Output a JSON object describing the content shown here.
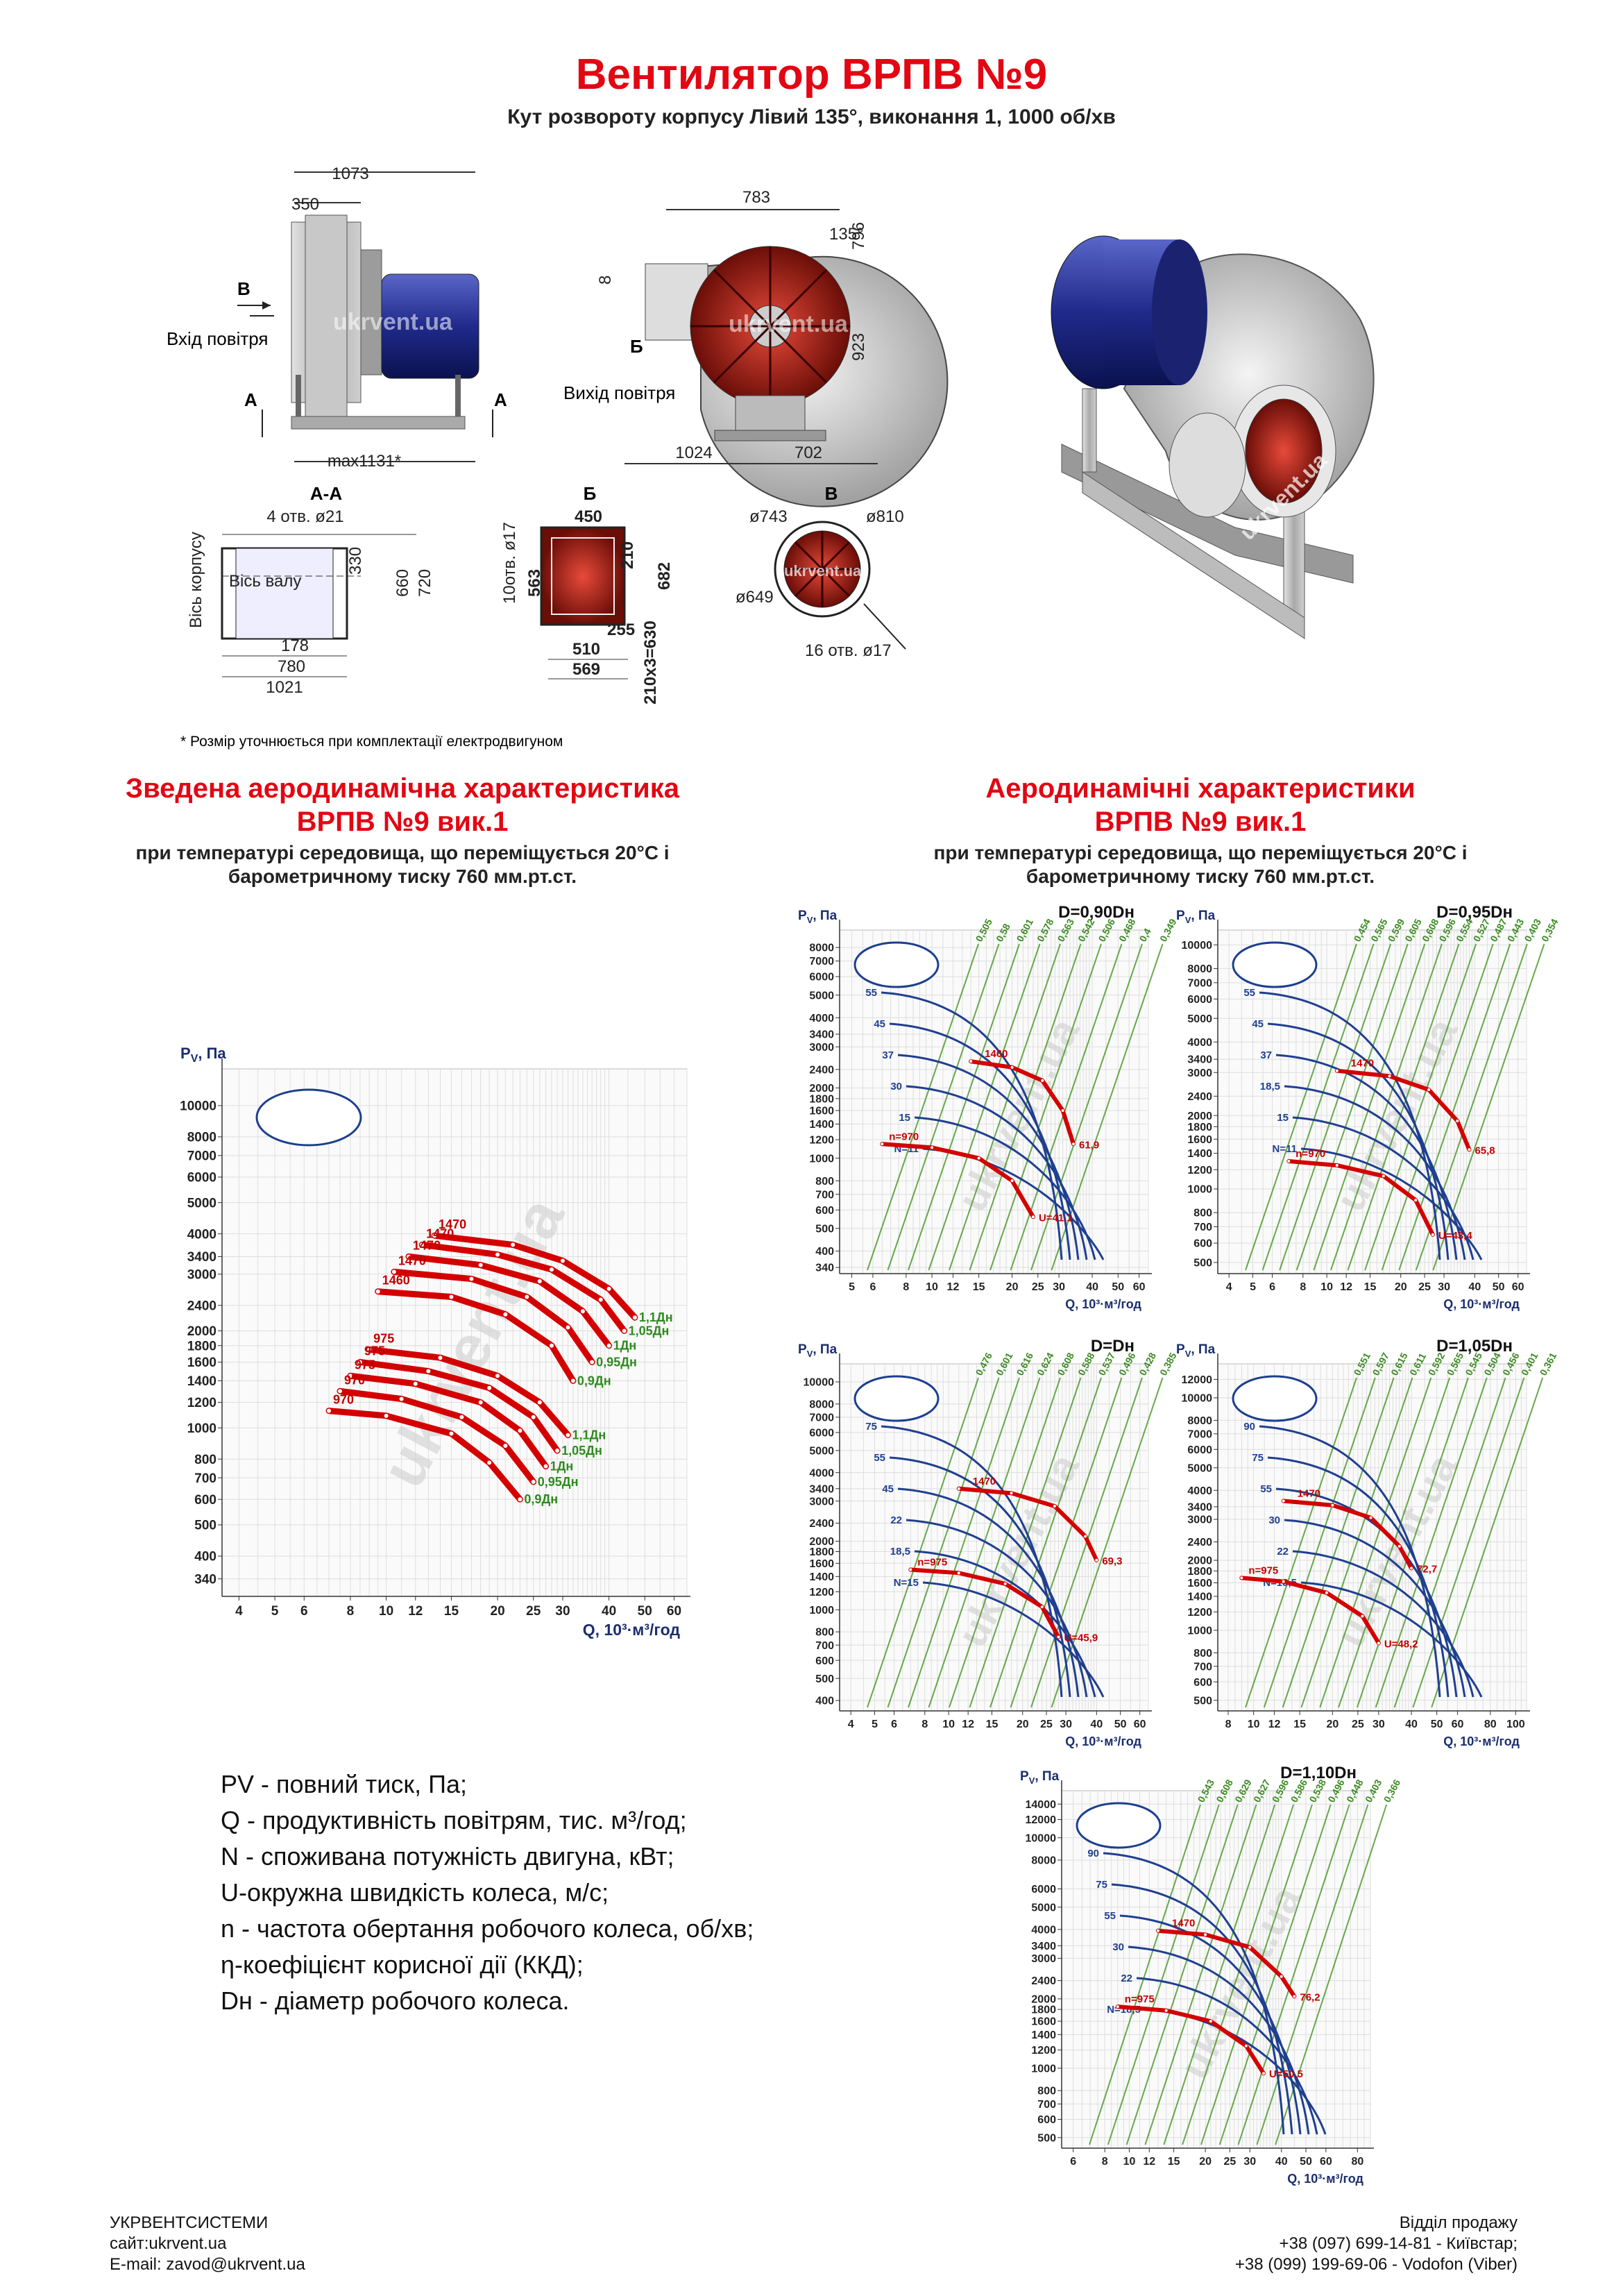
{
  "title": "Вентилятор ВРПВ №9",
  "subtitle": "Кут розвороту корпусу Лівий 135°, виконання 1, 1000 об/хв",
  "drawings": {
    "side": {
      "dims": [
        "1073",
        "350",
        "max1131*"
      ],
      "labels": [
        "В",
        "Вхід повітря",
        "А",
        "А"
      ]
    },
    "front": {
      "dims": [
        "783",
        "135°",
        "796",
        "8",
        "923",
        "1024",
        "702"
      ],
      "labels": [
        "Б",
        "Вихід повітря"
      ]
    },
    "aa": {
      "title": "А-А",
      "dims": [
        "4 отв. ø21",
        "330",
        "660",
        "720",
        "178",
        "780",
        "1021"
      ],
      "labels": [
        "Вісь корпусу",
        "Вісь валу"
      ]
    },
    "b": {
      "title": "Б",
      "dims": [
        "10отв. ø17",
        "450",
        "563",
        "210",
        "682",
        "255",
        "510",
        "569",
        "210х3=630"
      ]
    },
    "v": {
      "title": "В",
      "dims": [
        "ø743",
        "ø810",
        "ø649",
        "16 отв. ø17"
      ]
    },
    "watermark": "ukrvent.ua",
    "footnote": "* Розмір уточнюється при комплектації електродвигуном"
  },
  "left_section": {
    "title_line1": "Зведена аеродинамічна характеристика",
    "title_line2": "ВРПВ №9 вик.1",
    "sub_line1": "при температурі середовища, що переміщується 20°С і",
    "sub_line2": "барометричному тиску 760 мм.рт.ст."
  },
  "right_section": {
    "title_line1": "Аеродинамічні характеристики",
    "title_line2": "ВРПВ №9 вик.1",
    "sub_line1": "при температурі середовища, що переміщується 20°С і",
    "sub_line2": "барометричному тиску 760 мм.рт.ст."
  },
  "axis": {
    "ylabel": "P",
    "ylabel_sub": "V",
    "ylabel_unit": ", Па",
    "xlabel": "Q, 10³·м³/год"
  },
  "chart_data": [
    {
      "id": "summary",
      "type": "line",
      "scale": "log-log",
      "yticks": [
        340,
        400,
        500,
        600,
        700,
        800,
        1000,
        1200,
        1400,
        1600,
        1800,
        2000,
        2400,
        3000,
        3400,
        4000,
        5000,
        6000,
        7000,
        8000,
        10000
      ],
      "xticks": [
        4,
        5,
        6,
        8,
        10,
        12,
        15,
        20,
        25,
        30,
        40,
        50,
        60
      ],
      "xlim": [
        3.6,
        65
      ],
      "ylim": [
        300,
        13000
      ],
      "series": [
        {
          "name": "1,1Дн",
          "rpm": "1470",
          "color": "#d40000",
          "points": [
            [
              13.5,
              3950
            ],
            [
              22,
              3700
            ],
            [
              30,
              3300
            ],
            [
              40,
              2700
            ],
            [
              47,
              2200
            ]
          ]
        },
        {
          "name": "1,05Дн",
          "rpm": "1470",
          "color": "#d40000",
          "points": [
            [
              12.5,
              3700
            ],
            [
              20,
              3450
            ],
            [
              28,
              3100
            ],
            [
              38,
              2500
            ],
            [
              44,
              2000
            ]
          ]
        },
        {
          "name": "1Дн",
          "rpm": "1470",
          "color": "#d40000",
          "points": [
            [
              11.5,
              3400
            ],
            [
              18,
              3200
            ],
            [
              26,
              2850
            ],
            [
              34,
              2300
            ],
            [
              40,
              1800
            ]
          ]
        },
        {
          "name": "0,95Дн",
          "rpm": "1470",
          "color": "#d40000",
          "points": [
            [
              10.5,
              3050
            ],
            [
              17,
              2900
            ],
            [
              24,
              2550
            ],
            [
              31,
              2050
            ],
            [
              36,
              1600
            ]
          ]
        },
        {
          "name": "0,9Дн",
          "rpm": "1460",
          "color": "#d40000",
          "points": [
            [
              9.5,
              2650
            ],
            [
              15,
              2550
            ],
            [
              21,
              2250
            ],
            [
              28,
              1800
            ],
            [
              32,
              1400
            ]
          ]
        },
        {
          "name": "1,1Дн",
          "rpm": "975",
          "color": "#d40000",
          "points": [
            [
              9,
              1750
            ],
            [
              14,
              1650
            ],
            [
              20,
              1450
            ],
            [
              26,
              1200
            ],
            [
              31,
              950
            ]
          ]
        },
        {
          "name": "1,05Дн",
          "rpm": "975",
          "color": "#d40000",
          "points": [
            [
              8.5,
              1600
            ],
            [
              13,
              1500
            ],
            [
              19,
              1330
            ],
            [
              25,
              1080
            ],
            [
              29,
              850
            ]
          ]
        },
        {
          "name": "1Дн",
          "rpm": "975",
          "color": "#d40000",
          "points": [
            [
              8,
              1450
            ],
            [
              12,
              1370
            ],
            [
              18,
              1200
            ],
            [
              23,
              980
            ],
            [
              27,
              760
            ]
          ]
        },
        {
          "name": "0,95Дн",
          "rpm": "970",
          "color": "#d40000",
          "points": [
            [
              7.5,
              1300
            ],
            [
              11,
              1230
            ],
            [
              16,
              1080
            ],
            [
              21,
              880
            ],
            [
              25,
              680
            ]
          ]
        },
        {
          "name": "0,9Дн",
          "rpm": "970",
          "color": "#d40000",
          "points": [
            [
              7,
              1130
            ],
            [
              10,
              1090
            ],
            [
              15,
              960
            ],
            [
              19,
              780
            ],
            [
              23,
              600
            ]
          ]
        }
      ]
    },
    {
      "id": "d090",
      "title": "D=0,90Dн",
      "type": "line",
      "scale": "log-log",
      "yticks": [
        340,
        400,
        500,
        600,
        700,
        800,
        1000,
        1200,
        1400,
        1600,
        1800,
        2000,
        2400,
        3000,
        3400,
        4000,
        5000,
        6000,
        7000,
        8000
      ],
      "xticks": [
        5,
        6,
        8,
        10,
        12,
        15,
        20,
        25,
        30,
        40,
        50,
        60
      ],
      "xlim": [
        4.5,
        65
      ],
      "ylim": [
        320,
        9500
      ],
      "rpm_labels": [
        "1460",
        "n=970"
      ],
      "end_labels": [
        "61,9",
        "U=41,1"
      ],
      "power_labels": [
        "55",
        "45",
        "37",
        "30",
        "15",
        "N=11"
      ],
      "eff_labels": [
        "0,505",
        "0,58",
        "0,601",
        "0,578",
        "0,563",
        "0,542",
        "0,506",
        "0,468",
        "0,4",
        "0,349"
      ],
      "series": [
        {
          "name": "n=1460",
          "color": "#d40000",
          "points": [
            [
              14,
              2600
            ],
            [
              20,
              2450
            ],
            [
              26,
              2150
            ],
            [
              31,
              1600
            ],
            [
              34,
              1150
            ]
          ]
        },
        {
          "name": "n=970",
          "color": "#d40000",
          "points": [
            [
              6.5,
              1150
            ],
            [
              10,
              1110
            ],
            [
              15,
              1000
            ],
            [
              20,
              800
            ],
            [
              24,
              560
            ]
          ]
        }
      ]
    },
    {
      "id": "d095",
      "title": "D=0,95Dн",
      "type": "line",
      "scale": "log-log",
      "yticks": [
        500,
        600,
        700,
        800,
        1000,
        1200,
        1400,
        1600,
        1800,
        2000,
        2400,
        3000,
        3400,
        4000,
        5000,
        6000,
        7000,
        8000,
        10000
      ],
      "xticks": [
        4,
        5,
        6,
        8,
        10,
        12,
        15,
        20,
        25,
        30,
        40,
        50,
        60
      ],
      "xlim": [
        3.6,
        65
      ],
      "ylim": [
        450,
        11500
      ],
      "rpm_labels": [
        "1470",
        "n=970"
      ],
      "end_labels": [
        "65,8",
        "U=43,4"
      ],
      "power_labels": [
        "55",
        "45",
        "37",
        "18,5",
        "15",
        "N=11"
      ],
      "eff_labels": [
        "0,454",
        "0,565",
        "0,599",
        "0,605",
        "0,608",
        "0,596",
        "0,554",
        "0,527",
        "0,487",
        "0,443",
        "0,403",
        "0,354"
      ],
      "series": [
        {
          "name": "n=1470",
          "color": "#d40000",
          "points": [
            [
              11,
              3050
            ],
            [
              18,
              2900
            ],
            [
              26,
              2550
            ],
            [
              34,
              1900
            ],
            [
              38,
              1450
            ]
          ]
        },
        {
          "name": "n=970",
          "color": "#d40000",
          "points": [
            [
              7,
              1300
            ],
            [
              11,
              1250
            ],
            [
              17,
              1130
            ],
            [
              23,
              900
            ],
            [
              27,
              650
            ]
          ]
        }
      ]
    },
    {
      "id": "d100",
      "title": "D=Dн",
      "type": "line",
      "scale": "log-log",
      "yticks": [
        400,
        500,
        600,
        700,
        800,
        1000,
        1200,
        1400,
        1600,
        1800,
        2000,
        2400,
        3000,
        3400,
        4000,
        5000,
        6000,
        7000,
        8000,
        10000
      ],
      "xticks": [
        4,
        5,
        6,
        8,
        10,
        12,
        15,
        20,
        25,
        30,
        40,
        50,
        60
      ],
      "xlim": [
        3.6,
        65
      ],
      "ylim": [
        360,
        12000
      ],
      "rpm_labels": [
        "1470",
        "n=975"
      ],
      "end_labels": [
        "69,3",
        "U=45,9"
      ],
      "power_labels": [
        "75",
        "55",
        "45",
        "22",
        "18,5",
        "N=15"
      ],
      "eff_labels": [
        "0,476",
        "0,601",
        "0,616",
        "0,624",
        "0,608",
        "0,588",
        "0,537",
        "0,496",
        "0,428",
        "0,385"
      ],
      "series": [
        {
          "name": "n=1470",
          "color": "#d40000",
          "points": [
            [
              11,
              3400
            ],
            [
              18,
              3250
            ],
            [
              27,
              2850
            ],
            [
              36,
              2100
            ],
            [
              40,
              1650
            ]
          ]
        },
        {
          "name": "n=975",
          "color": "#d40000",
          "points": [
            [
              7,
              1500
            ],
            [
              11,
              1450
            ],
            [
              17,
              1300
            ],
            [
              24,
              1030
            ],
            [
              28,
              760
            ]
          ]
        }
      ]
    },
    {
      "id": "d105",
      "title": "D=1,05Dн",
      "type": "line",
      "scale": "log-log",
      "yticks": [
        500,
        600,
        700,
        800,
        1000,
        1200,
        1400,
        1600,
        1800,
        2000,
        2400,
        3000,
        3400,
        4000,
        5000,
        6000,
        7000,
        8000,
        10000,
        12000
      ],
      "xticks": [
        8,
        10,
        12,
        15,
        20,
        25,
        30,
        40,
        50,
        60,
        80,
        100
      ],
      "xlim": [
        7.3,
        110
      ],
      "ylim": [
        450,
        14000
      ],
      "rpm_labels": [
        "1470",
        "n=975"
      ],
      "end_labels": [
        "72,7",
        "U=48,2"
      ],
      "power_labels": [
        "90",
        "75",
        "55",
        "30",
        "22",
        "N=18,5"
      ],
      "eff_labels": [
        "0,551",
        "0,597",
        "0,615",
        "0,611",
        "0,592",
        "0,565",
        "0,545",
        "0,504",
        "0,456",
        "0,401",
        "0,361"
      ],
      "series": [
        {
          "name": "n=1470",
          "color": "#d40000",
          "points": [
            [
              13,
              3600
            ],
            [
              20,
              3450
            ],
            [
              28,
              3050
            ],
            [
              36,
              2300
            ],
            [
              40,
              1850
            ]
          ]
        },
        {
          "name": "n=975",
          "color": "#d40000",
          "points": [
            [
              9,
              1680
            ],
            [
              13,
              1620
            ],
            [
              19,
              1450
            ],
            [
              26,
              1150
            ],
            [
              30,
              880
            ]
          ]
        }
      ]
    },
    {
      "id": "d110",
      "title": "D=1,10Dн",
      "type": "line",
      "scale": "log-log",
      "yticks": [
        500,
        600,
        700,
        800,
        1000,
        1200,
        1400,
        1600,
        1800,
        2000,
        2400,
        3000,
        3400,
        4000,
        5000,
        6000,
        8000,
        10000,
        12000,
        14000
      ],
      "xticks": [
        6,
        8,
        10,
        12,
        15,
        20,
        25,
        30,
        40,
        50,
        60,
        80
      ],
      "xlim": [
        5.4,
        90
      ],
      "ylim": [
        450,
        16000
      ],
      "rpm_labels": [
        "1470",
        "n=975"
      ],
      "end_labels": [
        "76,2",
        "U=50,5"
      ],
      "power_labels": [
        "90",
        "75",
        "55",
        "30",
        "22",
        "N=18,5"
      ],
      "eff_labels": [
        "0,543",
        "0,608",
        "0,629",
        "0,627",
        "0,596",
        "0,586",
        "0,538",
        "0,496",
        "0,448",
        "0,403",
        "0,366"
      ],
      "series": [
        {
          "name": "n=1470",
          "color": "#d40000",
          "points": [
            [
              13,
              3950
            ],
            [
              20,
              3800
            ],
            [
              30,
              3350
            ],
            [
              40,
              2500
            ],
            [
              45,
              2050
            ]
          ]
        },
        {
          "name": "n=975",
          "color": "#d40000",
          "points": [
            [
              9,
              1850
            ],
            [
              14,
              1780
            ],
            [
              21,
              1600
            ],
            [
              29,
              1250
            ],
            [
              34,
              950
            ]
          ]
        }
      ]
    }
  ],
  "legend": [
    {
      "key": "PV",
      "text": " - повний тиск, Па;"
    },
    {
      "key": "Q",
      "text": " - продуктивність повітрям, тис. м³/год;"
    },
    {
      "key": "N",
      "text": " - споживана потужність двигуна, кВт;"
    },
    {
      "key": "U",
      "text": "-окружна швидкість колеса, м/с;"
    },
    {
      "key": "n",
      "text": " - частота обертання робочого колеса, об/хв;"
    },
    {
      "key": "η",
      "text": "-коефіцієнт корисної дії (ККД);"
    },
    {
      "key": "Dн",
      "text": " - діаметр робочого колеса."
    }
  ],
  "footer": {
    "company": "УКРВЕНТСИСТЕМИ",
    "site": "сайт:ukrvent.ua",
    "email": "E-mail: zavod@ukrvent.ua",
    "sales": "Відділ продажу",
    "phone1": "+38 (097) 699-14-81 - Київстар;",
    "phone2": "+38 (099) 199-69-06 - Vodofon (Viber)"
  }
}
